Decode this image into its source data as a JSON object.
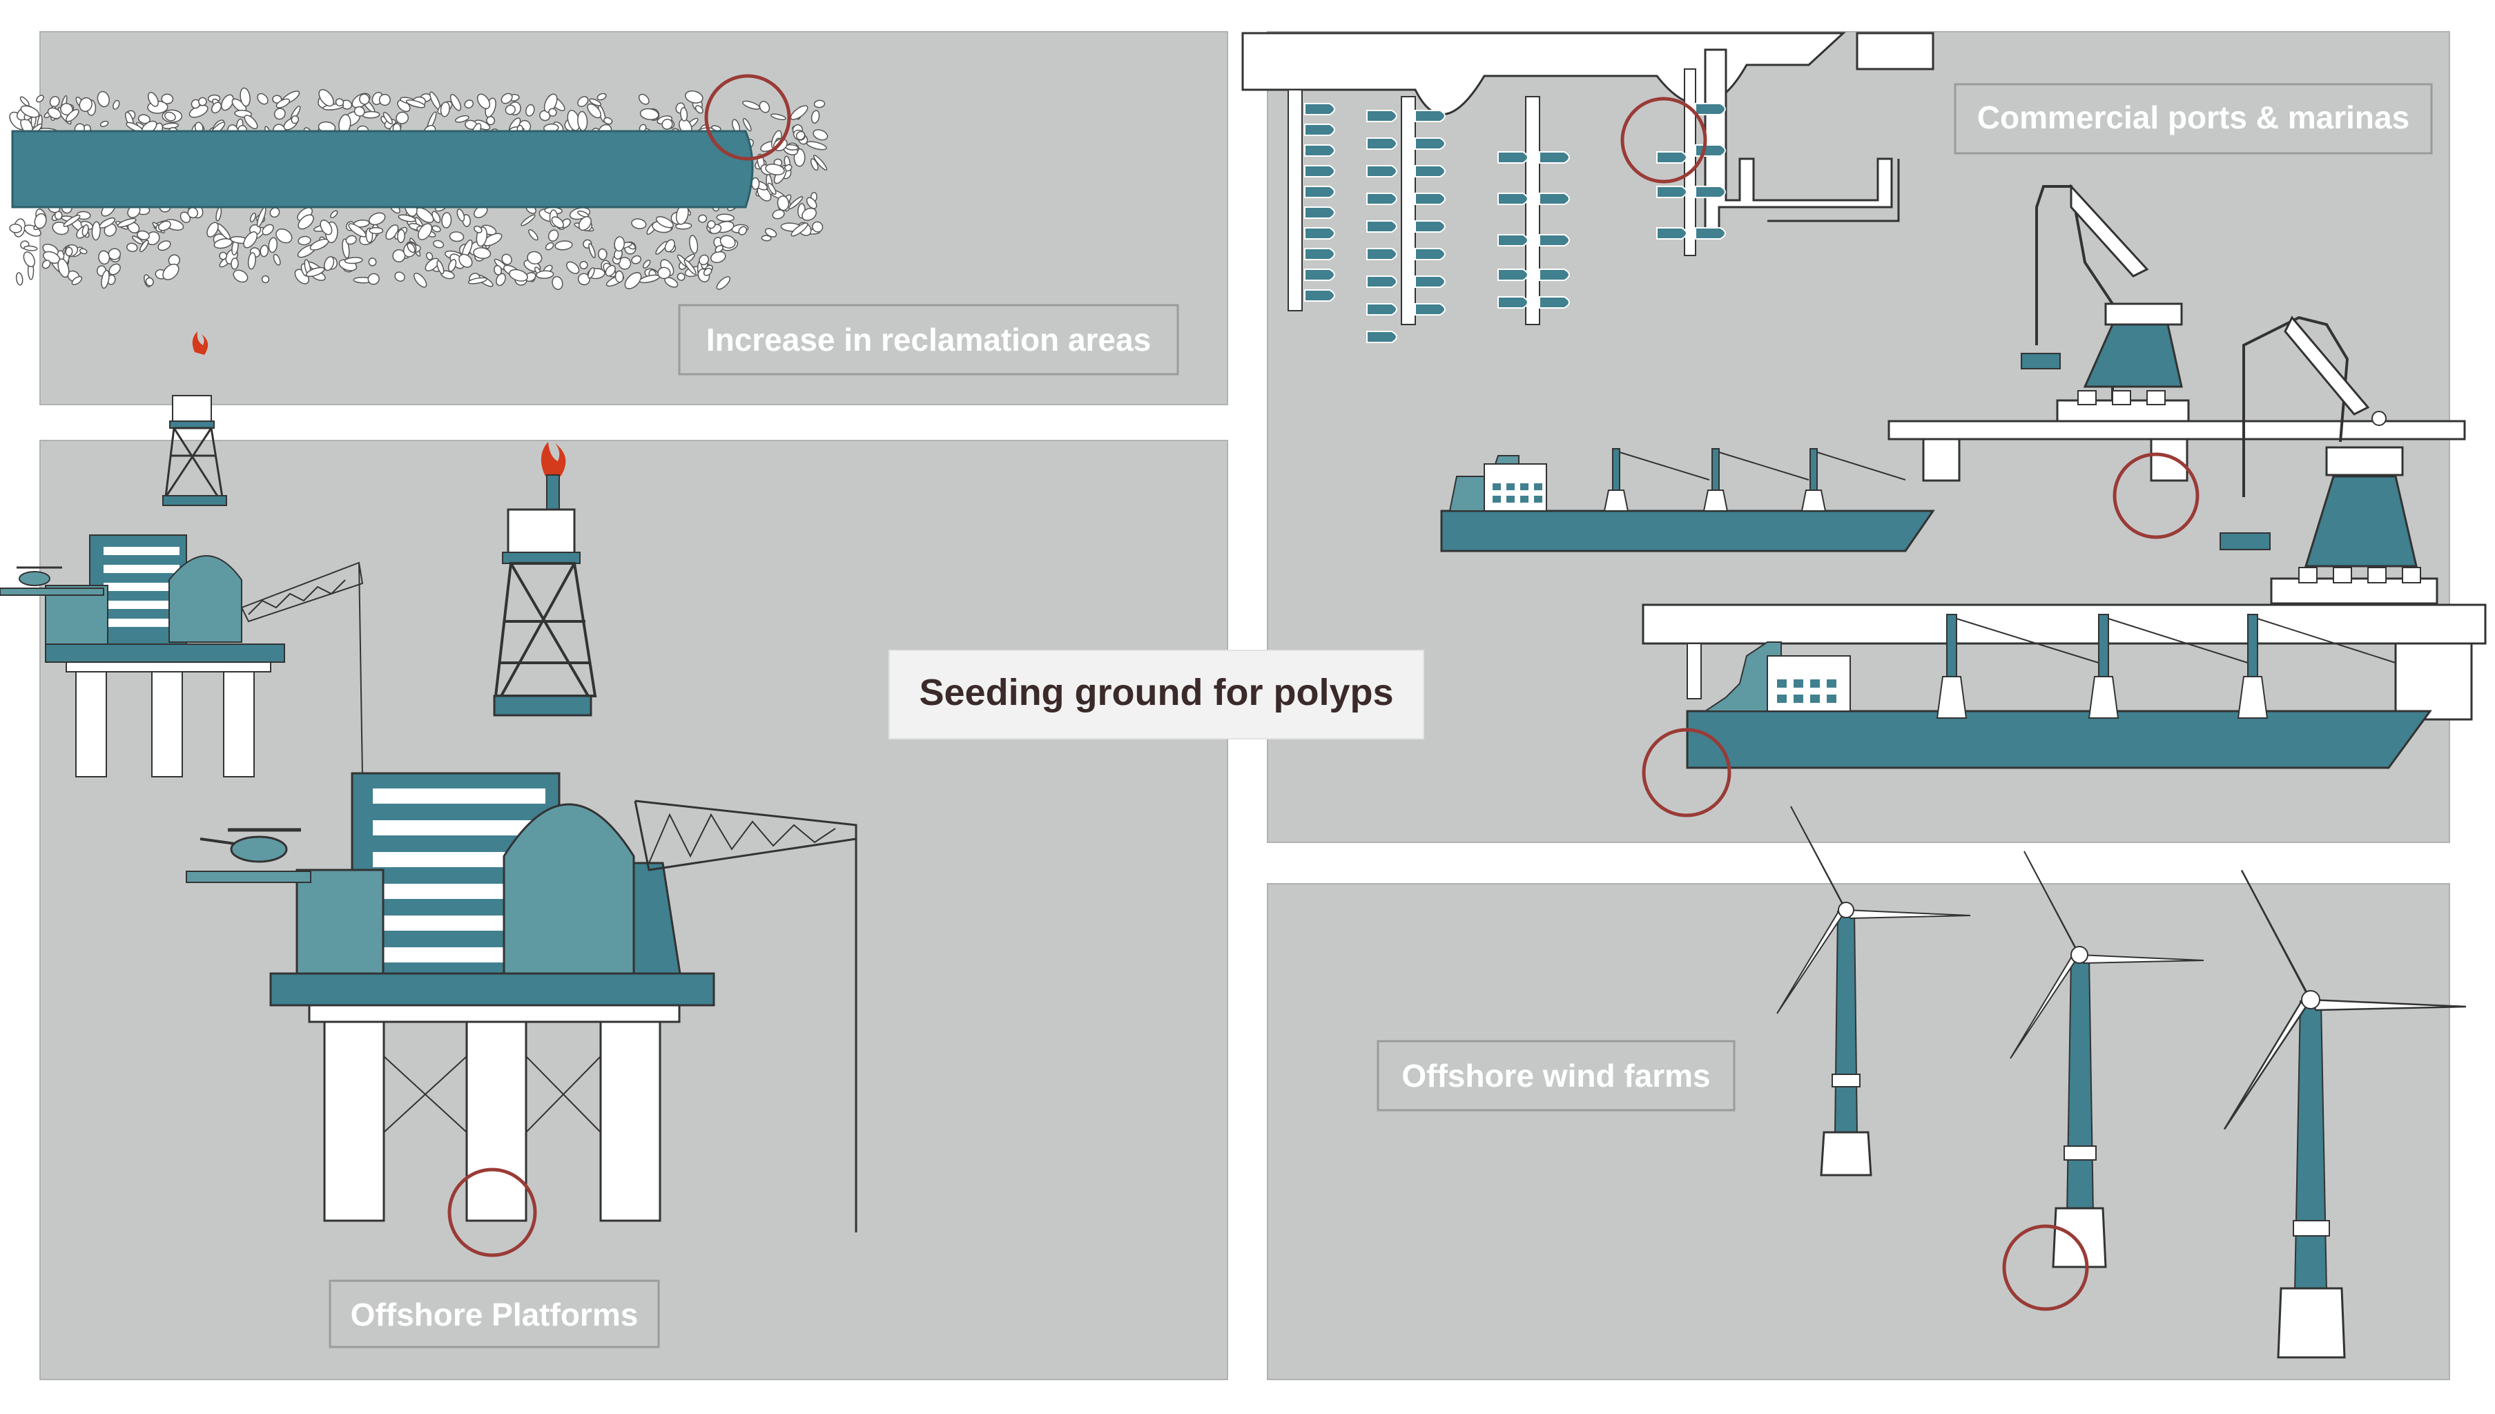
{
  "panels": {
    "reclamation": {
      "label": "Increase in reclamation areas"
    },
    "ports": {
      "label": "Commercial ports & marinas"
    },
    "platforms": {
      "label": "Offshore Platforms"
    },
    "wind": {
      "label": "Offshore wind farms"
    }
  },
  "center": {
    "label": "Seeding ground for polyps"
  },
  "colors": {
    "panel": "#c6c8c8",
    "teal": "#40808f",
    "teal_light": "#5f9aa3",
    "marker": "#9a3b36",
    "flame": "#d43a1c",
    "label_text": "#ffffff",
    "center_text": "#3b2a2a"
  }
}
